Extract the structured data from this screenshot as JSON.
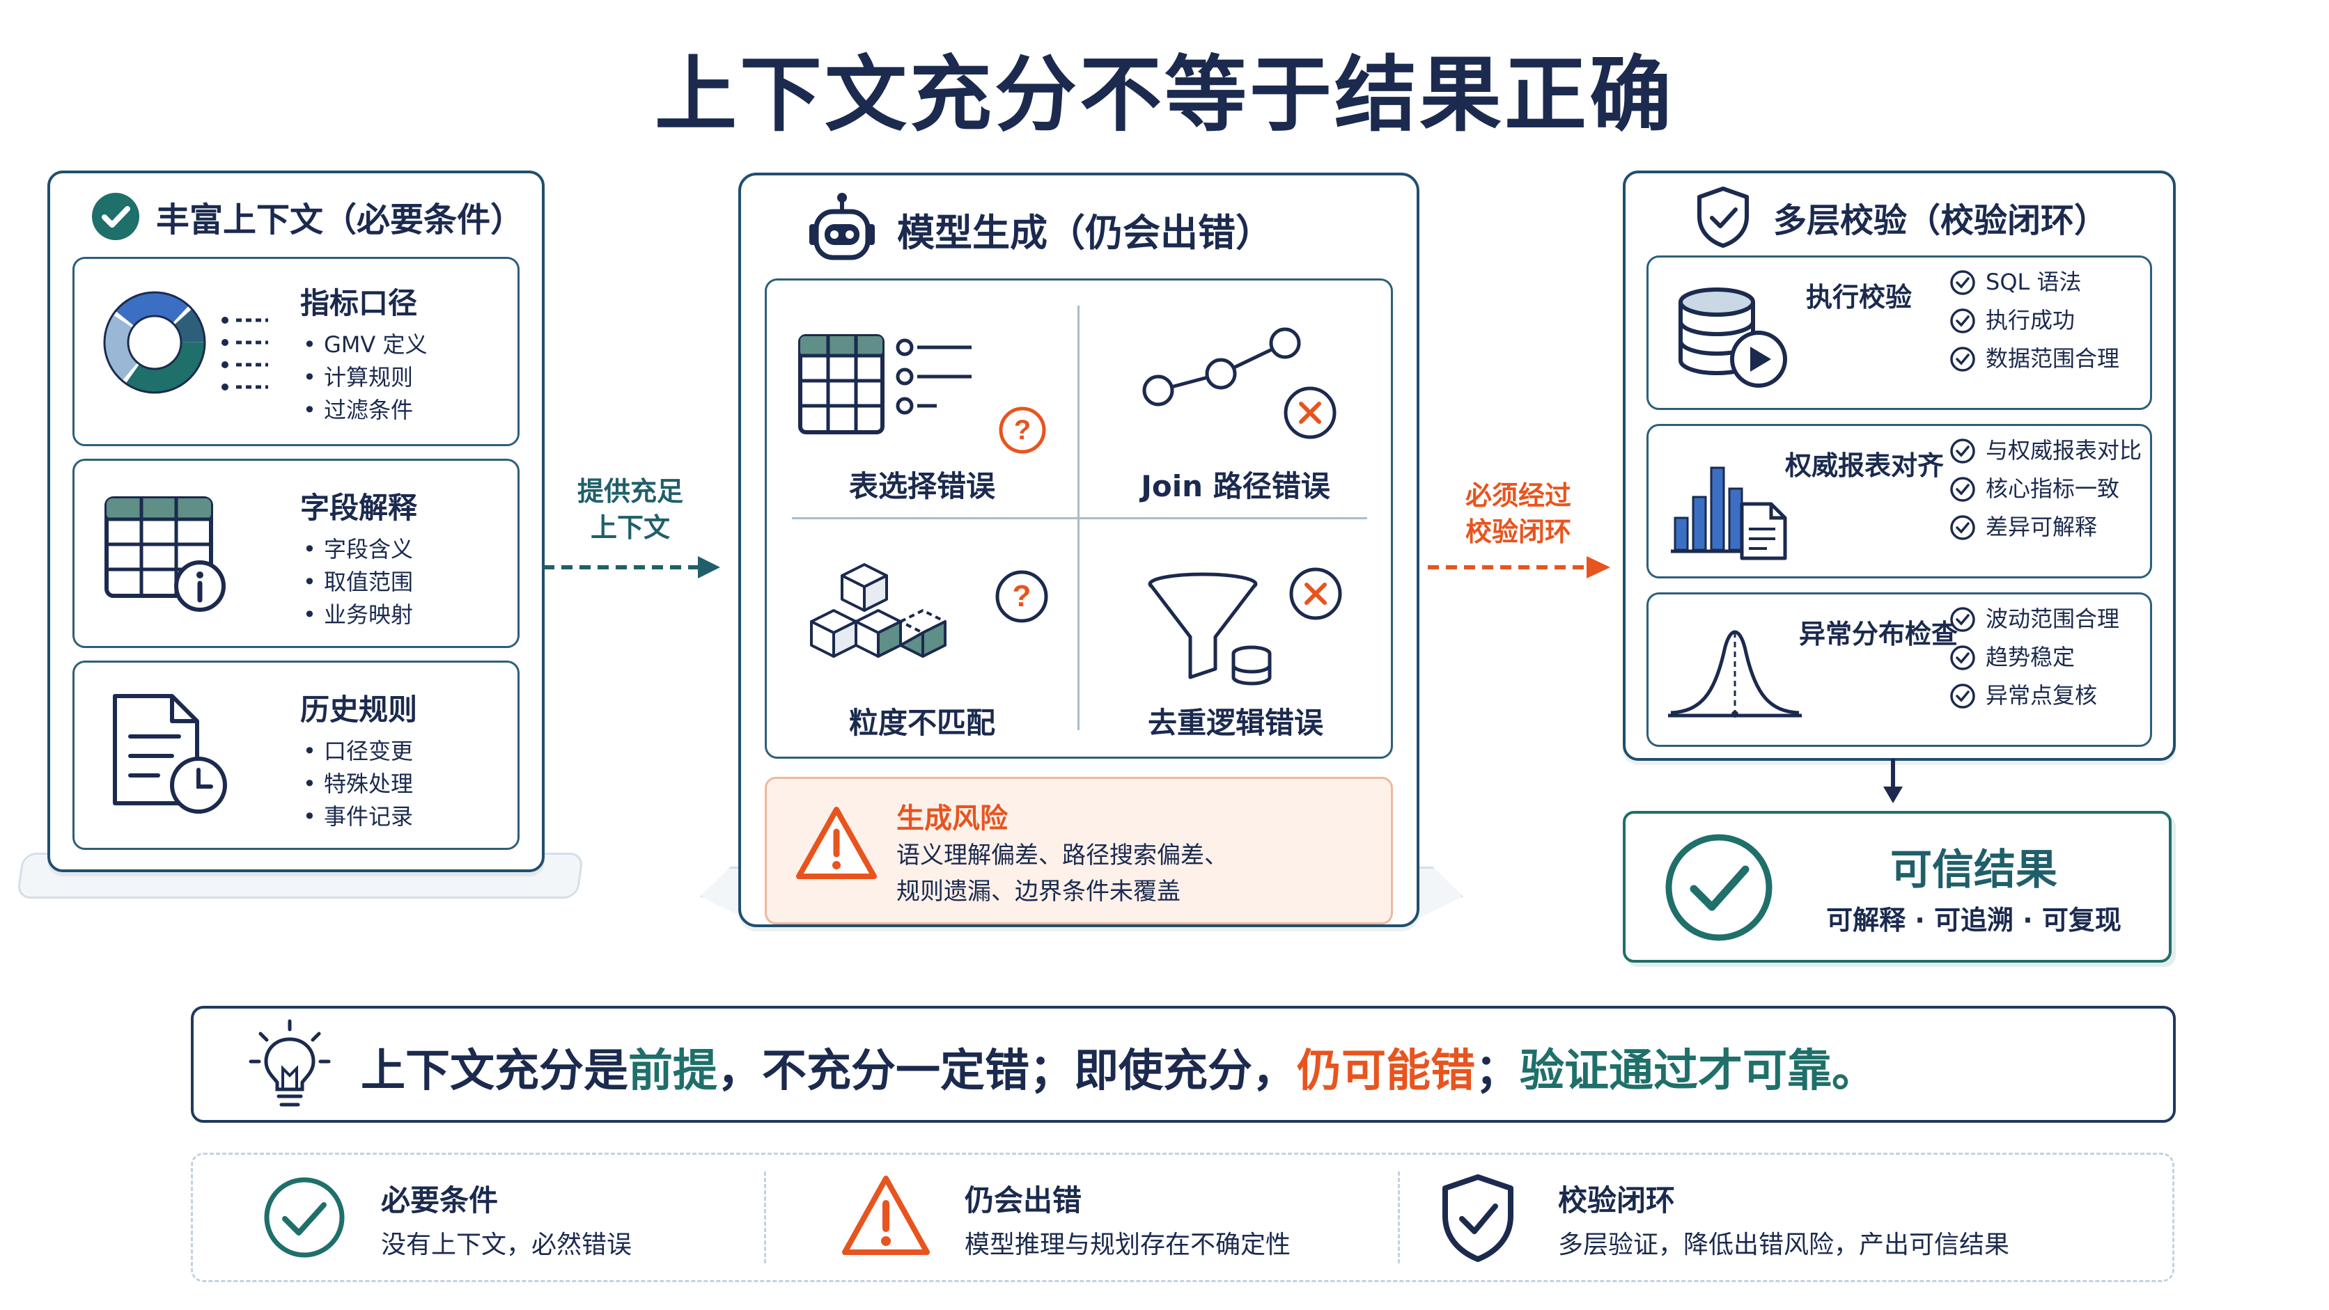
{
  "title": "上下文充分不等于结果正确",
  "left_panel": {
    "heading": "丰富上下文",
    "heading_sub": "（必要条件）",
    "cards": [
      {
        "title": "指标口径",
        "items": [
          "GMV 定义",
          "计算规则",
          "过滤条件"
        ]
      },
      {
        "title": "字段解释",
        "items": [
          "字段含义",
          "取值范围",
          "业务映射"
        ]
      },
      {
        "title": "历史规则",
        "items": [
          "口径变更",
          "特殊处理",
          "事件记录"
        ]
      }
    ]
  },
  "arrow1_label": [
    "提供充足",
    "上下文"
  ],
  "middle_panel": {
    "heading": "模型生成（仍会出错）",
    "cells": [
      "表选择错误",
      "Join 路径错误",
      "粒度不匹配",
      "去重逻辑错误"
    ],
    "risk": {
      "title": "生成风险",
      "lines": [
        "语义理解偏差、路径搜索偏差、",
        "规则遗漏、边界条件未覆盖"
      ]
    }
  },
  "arrow2_label": [
    "必须经过",
    "校验闭环"
  ],
  "right_panel": {
    "heading": "多层校验（校验闭环）",
    "cards": [
      {
        "title": "执行校验",
        "checks": [
          "SQL 语法",
          "执行成功",
          "数据范围合理"
        ]
      },
      {
        "title": "权威报表对齐",
        "checks": [
          "与权威报表对比",
          "核心指标一致",
          "差异可解释"
        ]
      },
      {
        "title": "异常分布检查",
        "checks": [
          "波动范围合理",
          "趋势稳定",
          "异常点复核"
        ]
      }
    ]
  },
  "result": {
    "title": "可信结果",
    "subtitle": "可解释 · 可追溯 · 可复现"
  },
  "summary": {
    "p1": "上下文充分是",
    "p2": "前提",
    "p3": "，不充分一定错；即使充分，",
    "p4": "仍可能错",
    "p5": "；",
    "p6": "验证通过才可靠。"
  },
  "footer": [
    {
      "title": "必要条件",
      "desc": "没有上下文，必然错误"
    },
    {
      "title": "仍会出错",
      "desc": "模型推理与规划存在不确定性"
    },
    {
      "title": "校验闭环",
      "desc": "多层验证，降低出错风险，产出可信结果"
    }
  ],
  "colors": {
    "navy": "#1b2a4e",
    "teal": "#1f6f6a",
    "orange": "#e8541e",
    "blue": "#3b6fc4"
  },
  "icons": [
    "check-circle-icon",
    "donut-chart-icon",
    "list-icon",
    "table-icon",
    "info-icon",
    "document-clock-icon",
    "robot-icon",
    "question-icon",
    "line-nodes-icon",
    "x-circle-icon",
    "cubes-icon",
    "funnel-icon",
    "warning-icon",
    "shield-check-icon",
    "database-play-icon",
    "bar-report-icon",
    "bell-curve-icon",
    "lightbulb-icon"
  ]
}
